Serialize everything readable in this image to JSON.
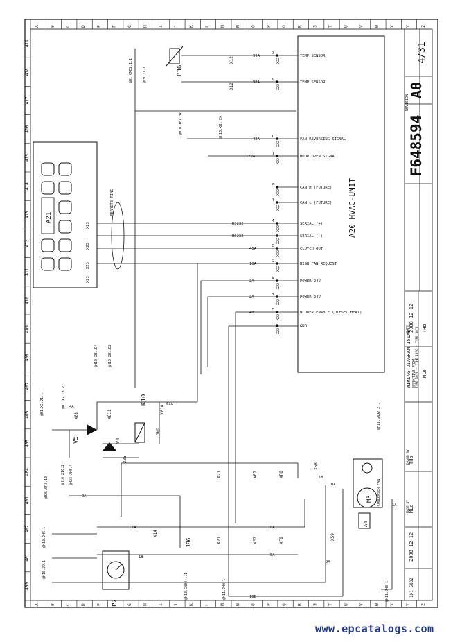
{
  "sheet": {
    "doc_number": "F648594",
    "sheet_size": "A0",
    "sheet_of": "4/31",
    "title_block_doc": "1X1 5B32",
    "title": "WIRING DIAGRAM 151XE",
    "effective_from": "EFFECTIVE FROM",
    "effective_line": "TYPE 1070 - TYPE 1076 - TYPE 1078",
    "made_by_label": "MADE BY",
    "made_by": "MLe",
    "drawn_label": "DRAWN BY",
    "checked_by": "THo",
    "date_label": "DATE",
    "date": "2008-12-12",
    "made_by_2": "MLe",
    "checked_by_2": "THo",
    "date_2": "2008-12-12",
    "revision_label": "REVISION"
  },
  "grid": {
    "columns": [
      "A",
      "B",
      "C",
      "D",
      "E",
      "F",
      "G",
      "H",
      "I",
      "J",
      "K",
      "L",
      "M",
      "N",
      "O",
      "P",
      "Q",
      "R",
      "S",
      "T",
      "U",
      "V",
      "W",
      "X",
      "Y",
      "Z"
    ],
    "rows": [
      "400",
      "401",
      "402",
      "403",
      "404",
      "405",
      "406",
      "407",
      "408",
      "409",
      "410",
      "411",
      "412",
      "413",
      "414",
      "415",
      "416",
      "417",
      "418",
      "419"
    ]
  },
  "unit": {
    "name": "A20 HVAC-UNIT",
    "pins": [
      {
        "pin": "D",
        "conn": "X22",
        "label": "TEMP SENSOR"
      },
      {
        "pin": "K",
        "conn": "X22",
        "label": "TEMP SENSOR"
      },
      {
        "pin": "T",
        "conn": "X22",
        "label": "FAN REVERSING SIGNAL"
      },
      {
        "pin": "H",
        "conn": "X22",
        "label": "DOOR OPEN SIGNAL"
      },
      {
        "pin": "P",
        "conn": "X22",
        "label": "CAN H (FUTURE)"
      },
      {
        "pin": "R",
        "conn": "X22",
        "label": "CAN L (FUTURE)"
      },
      {
        "pin": "M",
        "conn": "X22",
        "label": "SERIAL (+)"
      },
      {
        "pin": "L",
        "conn": "X22",
        "label": "SERIAL (-)"
      },
      {
        "pin": "E",
        "conn": "X22",
        "label": "CLUTCH OUT"
      },
      {
        "pin": "G",
        "conn": "X22",
        "label": "HIGH FAN REQUEST"
      },
      {
        "pin": "A",
        "conn": "X22",
        "label": "POWER 24V"
      },
      {
        "pin": "B",
        "conn": "X22",
        "label": "POWER 24V"
      },
      {
        "pin": "F",
        "conn": "X22",
        "label": "BLOWER ENABLE (DIESEL HEAT)"
      },
      {
        "pin": "C",
        "conn": "X22",
        "label": "GND"
      }
    ]
  },
  "components": {
    "b36": "B36",
    "a21": "A21",
    "ferrite": "FERRITE RING",
    "k10": "K10",
    "v5": "V5",
    "v4": "V4",
    "p7": "P7",
    "a4": "A4",
    "m3": "M3",
    "condenser": "CONDENSER FAN",
    "j86": "J86"
  },
  "wires": {
    "w1": "99A",
    "w2": "98A",
    "w3": "42A",
    "w4": "122A",
    "w5": "RS232",
    "w6": "RS232",
    "w7": "40A",
    "w8": "10A",
    "w9": "2A",
    "w10": "2A",
    "w11": "4B",
    "w12": "0A",
    "w13": "0A",
    "w14": "0A",
    "w15": "1A",
    "w16": "1B",
    "w17": "5A",
    "w18": "9A",
    "w19": "10B",
    "w20": "4A",
    "w21": "63A",
    "w22": "1B",
    "w23": "1A"
  },
  "refs": {
    "r1": "@H1.GND2.1.1",
    "r2": "@F9.J1.1",
    "r3": "@H10.XH1.Bk",
    "r4": "@H10.XH1.Ek",
    "r5": "@H10.XH1.D4",
    "r6": "@H10.XH1.D2",
    "r7": "@H1.X2.J1.1",
    "r8": "@H1.X2.LK.2",
    "r9": "@H25.SP3.10",
    "r10": "@H10.X10.2",
    "r11": "@H23.JH5.4",
    "r12": "@H10.JH5.1",
    "r13": "@H10.J9.1",
    "r14": "@H11.GND2.2.1",
    "r15": "@H13.GND3.1.1",
    "r16": "@H11.JH0.1",
    "r17": "@H11.JH8.1"
  },
  "connectors": {
    "x12": "X12",
    "x22": "X22",
    "x23": "X23",
    "x21": "X21",
    "xf7": "XF7",
    "xf8": "XF8",
    "x58": "X58",
    "x59": "X59",
    "x88": "X88",
    "x810": "X810",
    "x811": "X811",
    "x14": "X14",
    "x86": "X86",
    "gnd": "GND"
  },
  "watermark": "www.epcatalogs.com"
}
